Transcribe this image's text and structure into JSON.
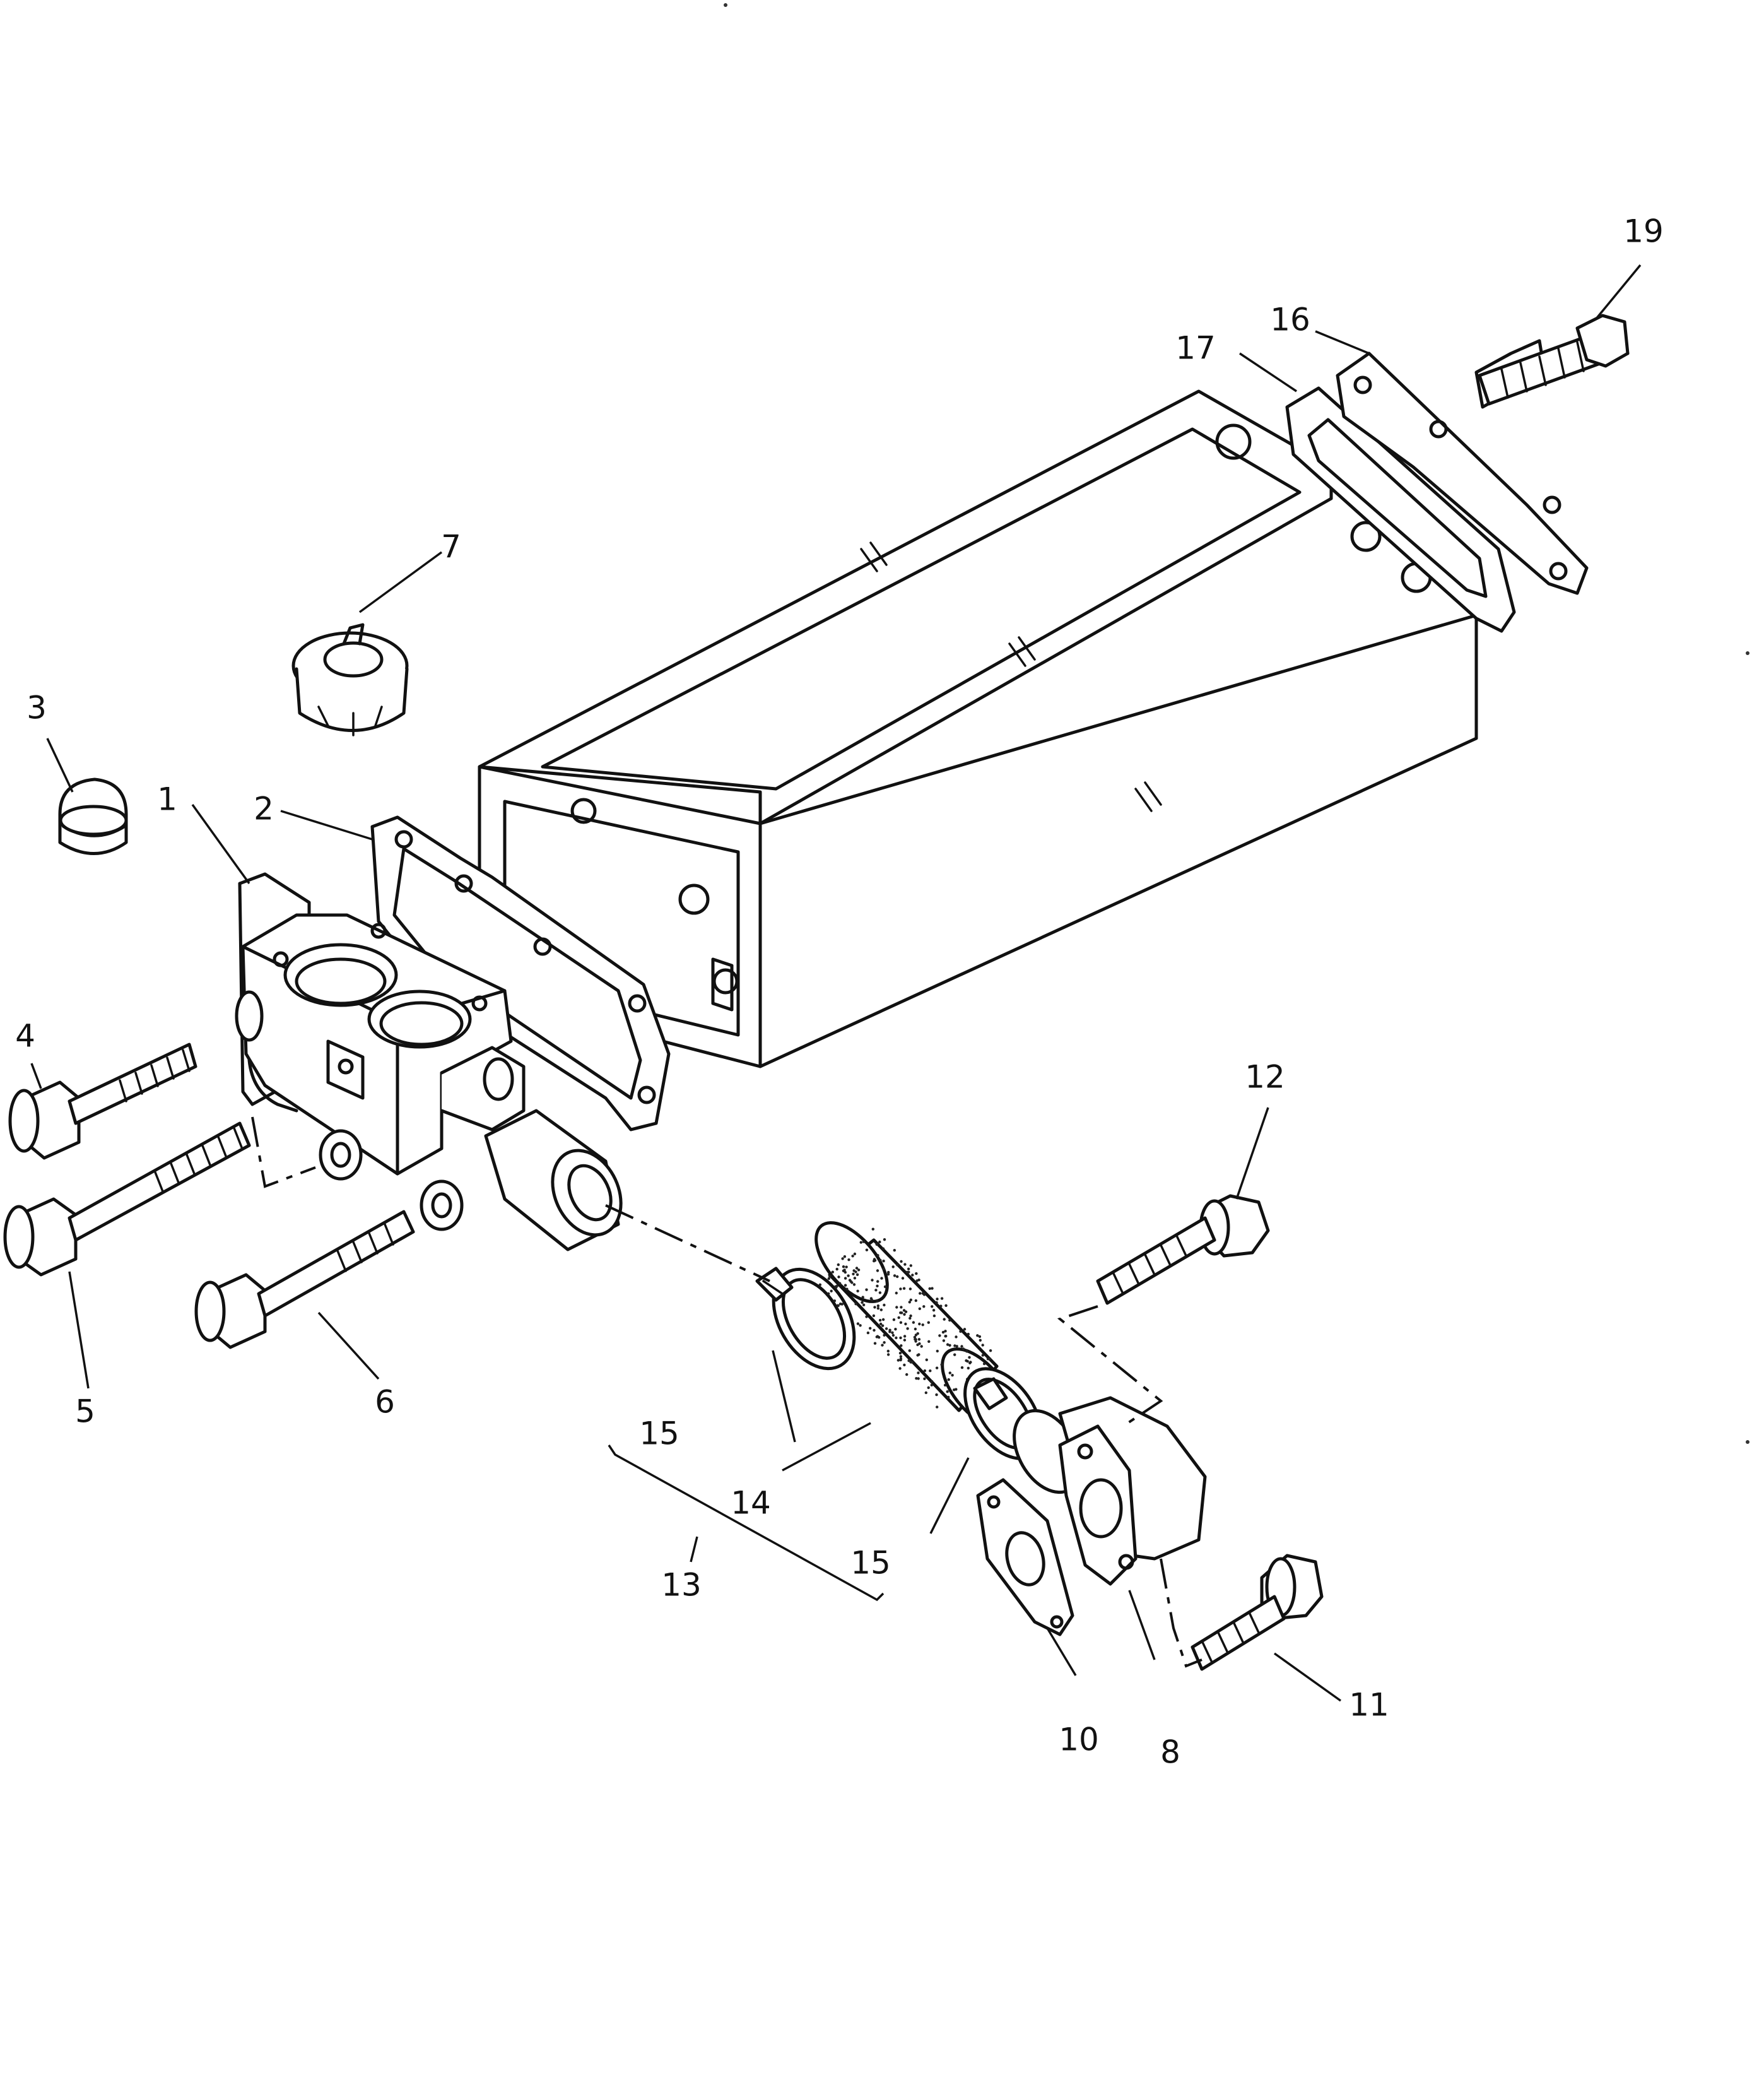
{
  "callouts": {
    "c1": "1",
    "c2": "2",
    "c3": "3",
    "c4": "4",
    "c5": "5",
    "c6": "6",
    "c7": "7",
    "c8": "8",
    "c10": "10",
    "c11": "11",
    "c12": "12",
    "c13": "13",
    "c14": "14",
    "c15a": "15",
    "c15b": "15",
    "c16": "16",
    "c17": "17",
    "c19": "19"
  },
  "colors": {
    "ink": "#111111",
    "paper": "#ffffff"
  }
}
